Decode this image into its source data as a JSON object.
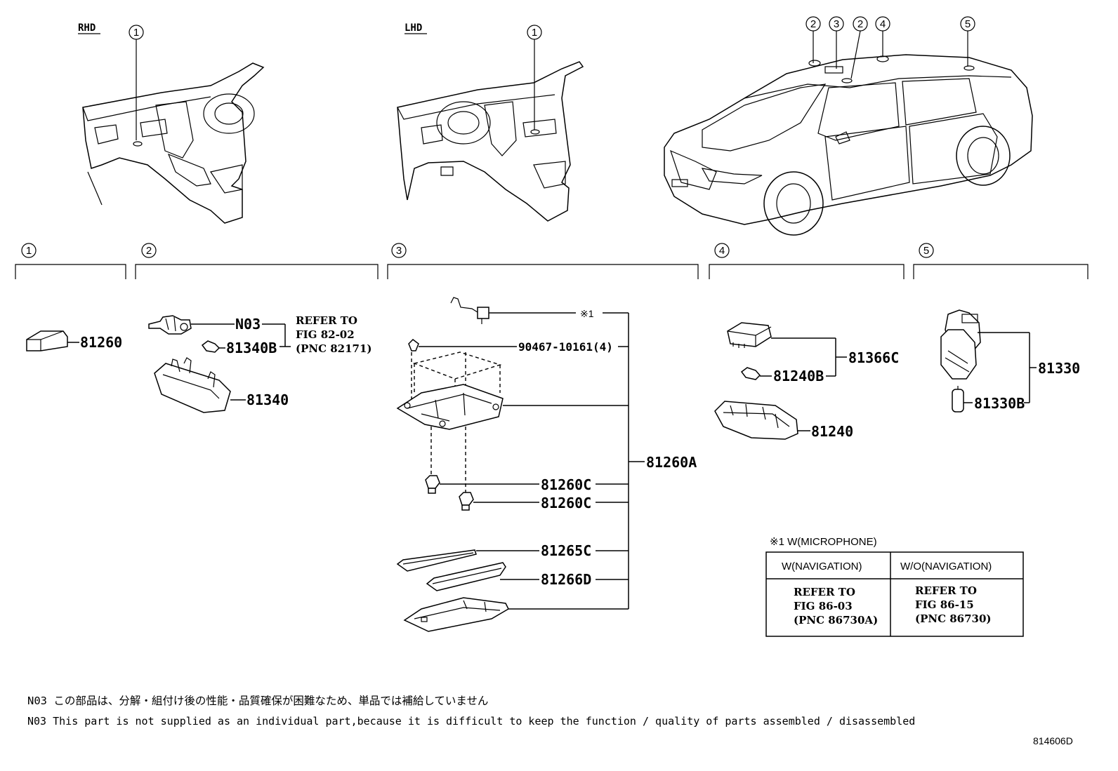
{
  "views": {
    "rhd_label": "RHD",
    "lhd_label": "LHD"
  },
  "callouts": {
    "c1": "1",
    "c2": "2",
    "c3": "3",
    "c4": "4",
    "c5": "5"
  },
  "parts": {
    "p81260": "81260",
    "n03": "N03",
    "p81340b": "81340B",
    "p81340": "81340",
    "refer1_line1": "REFER TO",
    "refer1_line2": "FIG 82-02",
    "refer1_line3": "(PNC 82171)",
    "note1_mark": "※1",
    "p90467": "90467-10161(4)",
    "p81260a": "81260A",
    "p81260c_1": "81260C",
    "p81260c_2": "81260C",
    "p81265c": "81265C",
    "p81266d": "81266D",
    "p81366c": "81366C",
    "p81240b": "81240B",
    "p81240": "81240",
    "p81330": "81330",
    "p81330b": "81330B"
  },
  "microphone_table": {
    "caption": "※1 W(MICROPHONE)",
    "col1_header": "W(NAVIGATION)",
    "col2_header": "W/O(NAVIGATION)",
    "col1_line1": "REFER TO",
    "col1_line2": "FIG 86-03",
    "col1_line3": "(PNC 86730A)",
    "col2_line1": "REFER TO",
    "col2_line2": "FIG 86-15",
    "col2_line3": "(PNC 86730)"
  },
  "notes": {
    "jp": "N03 この部品は、分解・組付け後の性能・品質確保が困難なため、単品では補給していません",
    "en": "N03 This part is not supplied as an individual part,because it is difficult to keep the function / quality of parts assembled / disassembled"
  },
  "diagram_code": "814606D"
}
